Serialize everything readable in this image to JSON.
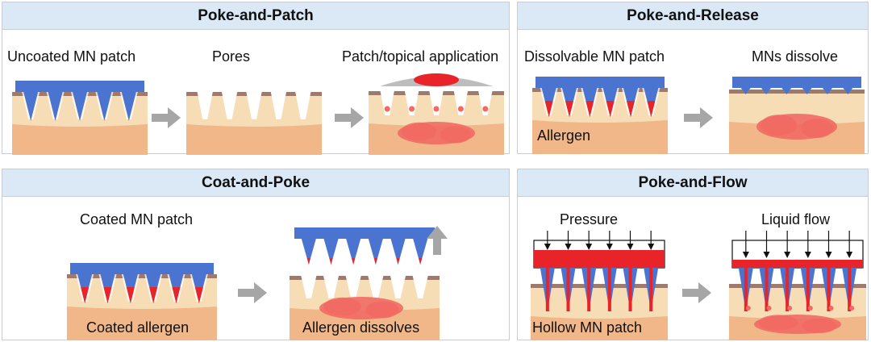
{
  "colors": {
    "panel_header": "#dbe8f6",
    "skin_deep": "#f2b789",
    "skin_upper": "#f6ddb6",
    "skin_surface": "#9e7a6c",
    "microneedle": "#4a74cf",
    "allergen": "#e8232a",
    "allergen_diffuse": "#f16a63",
    "patch_backing": "#bdbdbd",
    "arrow": "#a6a6a6"
  },
  "panels": {
    "poke_and_patch": {
      "title": "Poke-and-Patch",
      "label_uncoated": "Uncoated MN patch",
      "label_pores": "Pores",
      "label_patch": "Patch/topical application"
    },
    "poke_and_release": {
      "title": "Poke-and-Release",
      "label_dissolvable": "Dissolvable MN patch",
      "label_dissolve": "MNs dissolve",
      "label_allergen": "Allergen"
    },
    "coat_and_poke": {
      "title": "Coat-and-Poke",
      "label_coated_patch": "Coated MN patch",
      "label_coated_allergen": "Coated allergen",
      "label_allergen_dissolves": "Allergen dissolves"
    },
    "poke_and_flow": {
      "title": "Poke-and-Flow",
      "label_pressure": "Pressure",
      "label_liquid_flow": "Liquid flow",
      "label_hollow": "Hollow MN patch"
    }
  }
}
